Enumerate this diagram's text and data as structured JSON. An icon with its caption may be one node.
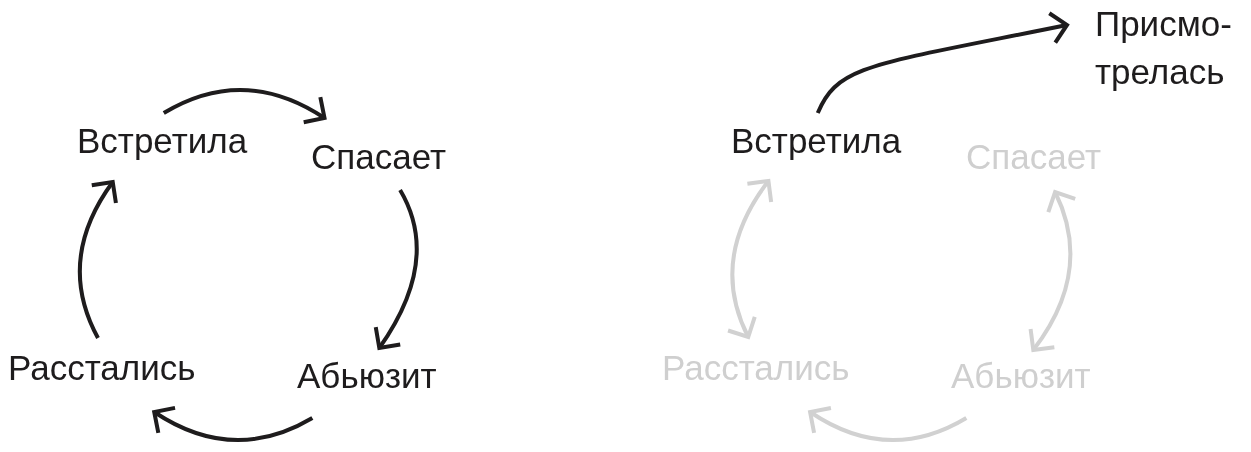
{
  "diagram": {
    "nodes": [
      {
        "text": [
          "Встретила"
        ]
      },
      {
        "text": [
          "Спасает"
        ]
      },
      {
        "text": [
          "Абьюзит"
        ]
      },
      {
        "text": [
          "Расстались"
        ]
      },
      {
        "text": [
          "Встретила"
        ]
      },
      {
        "text": [
          "Спасает"
        ]
      },
      {
        "text": [
          "Абьюзит"
        ]
      },
      {
        "text": [
          "Расстались"
        ]
      },
      {
        "text": [
          "Присмо- трелась"
        ]
      }
    ],
    "edges": [
      {
        "from": 0,
        "to": 1,
        "arrow": "to"
      },
      {
        "from": 1,
        "to": 2,
        "arrow": "to"
      },
      {
        "from": 2,
        "to": 3,
        "arrow": "to"
      },
      {
        "from": 3,
        "to": 0,
        "arrow": "to"
      },
      {
        "from": 4,
        "to": 8,
        "arrow": "to"
      },
      {
        "from": 7,
        "to": 4,
        "arrow": "both",
        "color": "#d1d1d1"
      },
      {
        "from": 5,
        "to": 6,
        "arrow": "both",
        "color": "#d1d1d1"
      },
      {
        "from": 6,
        "to": 7,
        "arrow": "to",
        "color": "#d1d1d1"
      }
    ]
  }
}
